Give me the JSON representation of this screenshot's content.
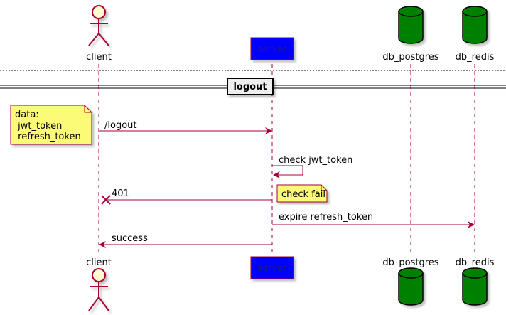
{
  "participants": {
    "client": "client",
    "server": "server",
    "db_postgres": "db_postgres",
    "db_redis": "db_redis"
  },
  "group": {
    "label": "logout"
  },
  "notes": {
    "data_title": "data:",
    "data_line1": " jwt_token",
    "data_line2": " refresh_token",
    "check_fail": "check fail"
  },
  "messages": {
    "logout": "/logout",
    "check": "check jwt_token",
    "unauthorized": "401",
    "expire": "expire refresh_token",
    "success": "success"
  },
  "colors": {
    "arrow": "#A80036",
    "server_fill": "#0000FF",
    "database_fill": "#008000",
    "actor_fill": "#FEFECE",
    "note_fill": "#FBFB77"
  }
}
